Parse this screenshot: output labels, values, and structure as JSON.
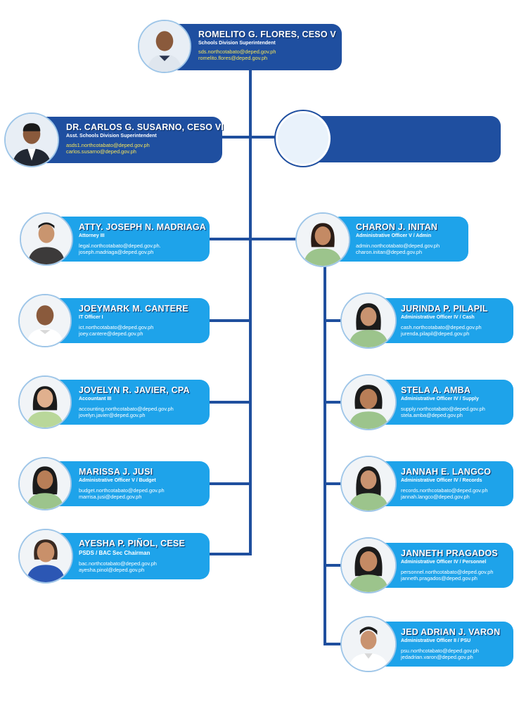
{
  "superintendent": {
    "name": "ROMELITO G. FLORES, CESO V",
    "position": "Schools Division Superintendent",
    "email1": "sds.northcotabato@deped.gov.ph",
    "email2": "romelito.flores@deped.gov.ph"
  },
  "asst_superintendent": {
    "name": "DR. CARLOS G. SUSARNO, CESO VI",
    "position": "Asst. Schools Division Superintendent",
    "email1": "asds1.northcotabato@deped.gov.ph",
    "email2": "carlos.susarno@deped.gov.ph"
  },
  "left_staff": [
    {
      "name": "ATTY. JOSEPH N. MADRIAGA",
      "position": "Attorney III",
      "email1": "legal.northcotabato@deped.gov.ph.",
      "email2": "joseph.madriaga@deped.gov.ph"
    },
    {
      "name": "JOEYMARK M. CANTERE",
      "position": "IT Officer I",
      "email1": "ict.northcotabato@deped.gov.ph",
      "email2": "joey.cantere@deped.gov.ph"
    },
    {
      "name": "JOVELYN R. JAVIER, CPA",
      "position": "Accountant III",
      "email1": "accounting.northcotabato@deped.gov.ph",
      "email2": "jovelyn.javier@deped.gov.ph"
    },
    {
      "name": "MARISSA J. JUSI",
      "position": "Administrative Officer V / Budget",
      "email1": "budget.northcotabato@deped.gov.ph",
      "email2": "marrisa.jusi@deped.gov.ph"
    },
    {
      "name": "AYESHA P. PIÑOL, CESE",
      "position": "PSDS / BAC Sec Chairman",
      "email1": "bac.northcotabato@deped.gov.ph",
      "email2": "ayesha.pinol@deped.gov.ph"
    }
  ],
  "admin_head": {
    "name": "CHARON J. INITAN",
    "position": "Administrative Officer V / Admin",
    "email1": "admin.northcotabato@deped.gov.ph",
    "email2": "charon.initan@deped.gov.ph"
  },
  "admin_staff": [
    {
      "name": "JURINDA P. PILAPIL",
      "position": "Administrative Officer IV / Cash",
      "email1": "cash.northcotabato@deped.gov.ph",
      "email2": "jurenda.pilapil@deped.gov.ph"
    },
    {
      "name": "STELA A. AMBA",
      "position": "Administrative Officer IV / Supply",
      "email1": "supply.northcotabato@deped.gov.ph",
      "email2": "stela.amba@deped.gov.ph"
    },
    {
      "name": "JANNAH E. LANGCO",
      "position": "Administrative Officer IV / Records",
      "email1": "records.northcotabato@deped.gov.ph",
      "email2": "jannah.langco@deped.gov.ph"
    },
    {
      "name": "JANNETH PRAGADOS",
      "position": "Administrative Officer IV / Personnel",
      "email1": "personnel.northcotabato@deped.gov.ph",
      "email2": "janneth.pragados@deped.gov.ph"
    },
    {
      "name": "JED ADRIAN J. VARON",
      "position": "Administrative Officer II / PSU",
      "email1": "psu.northcotabato@deped.gov.ph",
      "email2": "jedadrian.varon@deped.gov.ph"
    }
  ],
  "colors": {
    "dark_card": "#1f4fa0",
    "light_card": "#1ea3ea",
    "connector": "#1f4f9e",
    "email_highlight": "#f3e35a"
  }
}
